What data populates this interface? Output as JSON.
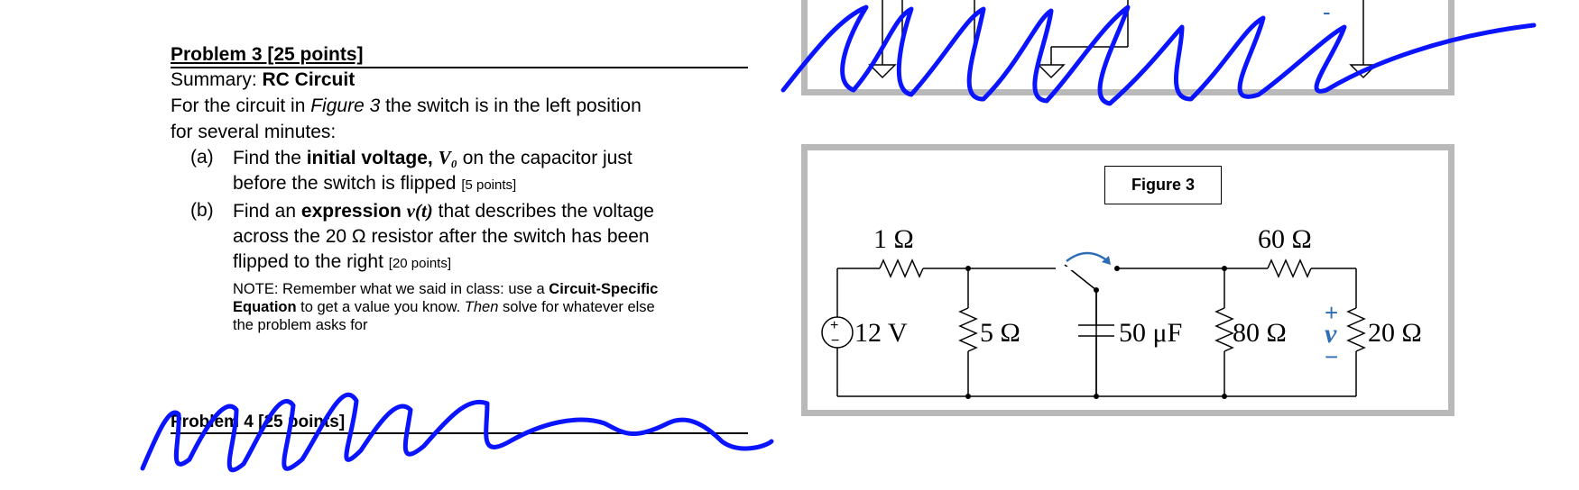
{
  "problem3": {
    "title": "Problem 3 [25 points]",
    "summary_prefix": "Summary: ",
    "summary_topic": "RC Circuit",
    "intro_1": "For the circuit in ",
    "intro_fig": "Figure 3",
    "intro_2": " the switch is in the left position",
    "intro_3": "for several minutes:",
    "part_a": {
      "label": "(a)",
      "text_1": "Find the ",
      "bold_1": "initial voltage, ",
      "var": "V₀",
      "text_2": " on the capacitor just",
      "text_3": "before the switch is flipped ",
      "points": "[5 points]"
    },
    "part_b": {
      "label": "(b)",
      "text_1": "Find an ",
      "bold_1": "expression ",
      "var": "v(t)",
      "text_2": " that describes the voltage",
      "text_3": "across the 20 Ω resistor after the switch has been",
      "text_4": "flipped to the right ",
      "points": "[20 points]",
      "note_1": "NOTE: Remember what we said in class: use a ",
      "note_bold_1": "Circuit-Specific",
      "note_bold_2": "Equation",
      "note_2": " to get a value you know. ",
      "note_ital": "Then",
      "note_3": " solve for whatever else",
      "note_4": "the problem asks for"
    }
  },
  "problem4": {
    "title": "Problem 4 [25 points]"
  },
  "figure": {
    "label": "Figure 3",
    "source": "12 V",
    "r1": "1 Ω",
    "r2": "5 Ω",
    "cap": "50 μF",
    "r3": "80 Ω",
    "r4": "60 Ω",
    "r5": "20 Ω",
    "v_label": "v",
    "plus": "+",
    "minus": "−",
    "top_minus": "-"
  },
  "colors": {
    "scribble": "#0a14ff",
    "frame": "#b9b9b9",
    "voltage_label": "#2e6db4"
  }
}
